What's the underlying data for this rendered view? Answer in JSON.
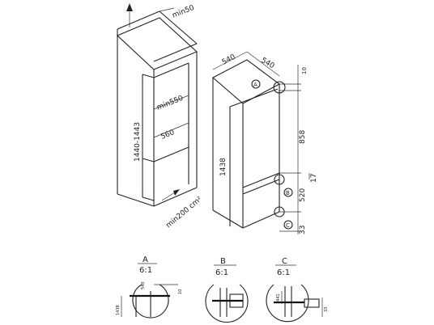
{
  "niche": {
    "min_top": "min50",
    "height": "1440-1443",
    "inner_depth": "min550",
    "inner_width": "560",
    "vent_area": "min200 cm²"
  },
  "appliance": {
    "width": "540",
    "depth": "540",
    "top_gap": "10",
    "upper_height": "858",
    "total_height": "1438",
    "mid_gap": "17",
    "lower_height": "520",
    "bottom_gap": "33",
    "markers": [
      "A",
      "B",
      "C"
    ]
  },
  "details": [
    {
      "letter": "A",
      "scale": "6:1",
      "dims": [
        "540",
        "1438",
        "10"
      ]
    },
    {
      "letter": "B",
      "scale": "6:1",
      "dims": []
    },
    {
      "letter": "C",
      "scale": "6:1",
      "dims": [
        "1441",
        "33"
      ]
    }
  ]
}
